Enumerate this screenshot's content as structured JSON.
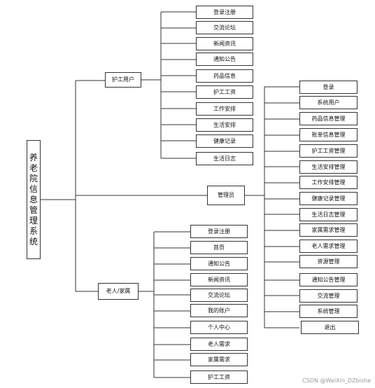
{
  "root": "养老院信息管理系统",
  "branches": [
    {
      "label": "护工用户",
      "children": [
        "登录注册",
        "交流论坛",
        "新闻资讯",
        "通知公告",
        "药品信息",
        "护工工资",
        "工作安排",
        "生活安排",
        "健康记录",
        "生活日志"
      ]
    },
    {
      "label": "管理员",
      "children": [
        "登录",
        "系统用户",
        "药品信息管理",
        "账单信息管理",
        "护工工资管理",
        "生活安排管理",
        "工作安排管理",
        "健康记录管理",
        "生活日志管理",
        "家属需求管理",
        "老人需求管理",
        "资源管理",
        "通知公告管理",
        "交流管理",
        "系统管理",
        "退出"
      ]
    },
    {
      "label": "老人/家属",
      "children": [
        "登录注册",
        "首页",
        "通知公告",
        "新闻资讯",
        "交流论坛",
        "我的账户",
        "个人中心",
        "老人需求",
        "家属需求",
        "护工工资"
      ]
    }
  ],
  "watermark": "CSDN @WeiXin_DZbishe"
}
